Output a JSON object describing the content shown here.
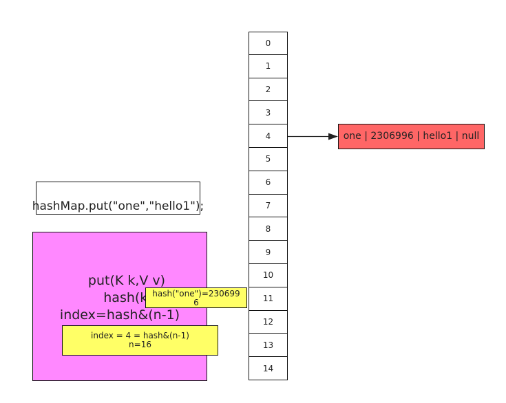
{
  "array": {
    "cells": [
      "0",
      "1",
      "2",
      "3",
      "4",
      "5",
      "6",
      "7",
      "8",
      "9",
      "10",
      "11",
      "12",
      "13",
      "14"
    ]
  },
  "node": {
    "text": "one | 2306996 | hello1 | null"
  },
  "call": {
    "text": "hashMap.put(\"one\",\"hello1\");"
  },
  "method": {
    "line1": "put(K k,V v)",
    "line2": "hash(k)",
    "line3": "index=hash&(n-1)"
  },
  "notes": {
    "hash": "hash(\"one\")=2306996",
    "index_line1": "index = 4 = hash&(n-1)",
    "index_line2": "n=16"
  },
  "colors": {
    "node": "#ff6666",
    "method": "#ff88ff",
    "note": "#ffff66"
  }
}
